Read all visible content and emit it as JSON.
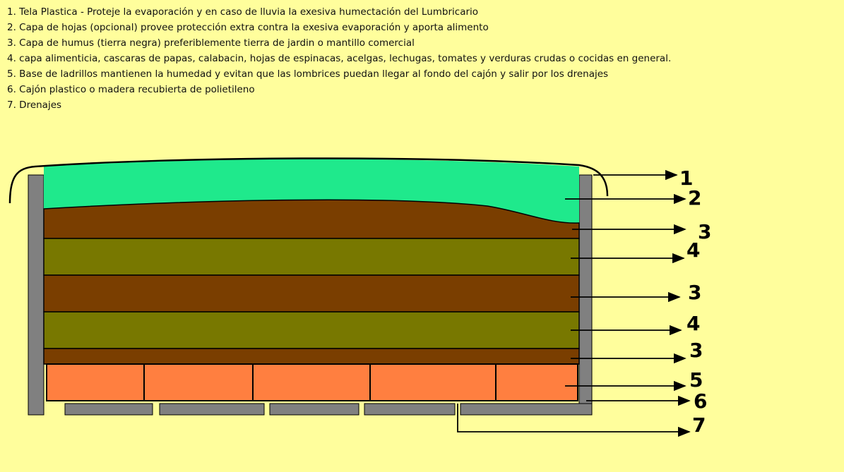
{
  "legend": [
    "1. Tela Plastica - Proteje la evaporación y en caso de lluvia la exesiva humectación del Lumbricario",
    "2. Capa de hojas (opcional) provee protección extra contra la exesiva evaporación y aporta alimento",
    "3. Capa de humus (tierra negra) preferiblemente tierra de jardin o mantillo comercial",
    "4. capa alimenticia, cascaras de papas, calabacin, hojas de espinacas, acelgas, lechugas, tomates y verduras crudas o cocidas en general.",
    "5. Base de ladrillos mantienen la humedad y evitan que las lombrices puedan llegar al fondo del cajón y salir por los drenajes",
    "6. Cajón plastico o madera recubierta de polietileno",
    "7. Drenajes"
  ],
  "callouts": [
    "1",
    "2",
    "3",
    "4",
    "3",
    "4",
    "3",
    "5",
    "6",
    "7"
  ],
  "colors": {
    "background": "#fffe9c",
    "leaves": "#1fe98c",
    "humus": "#7a3e00",
    "food": "#787800",
    "bricks": "#ff7f40",
    "box": "#808080"
  }
}
